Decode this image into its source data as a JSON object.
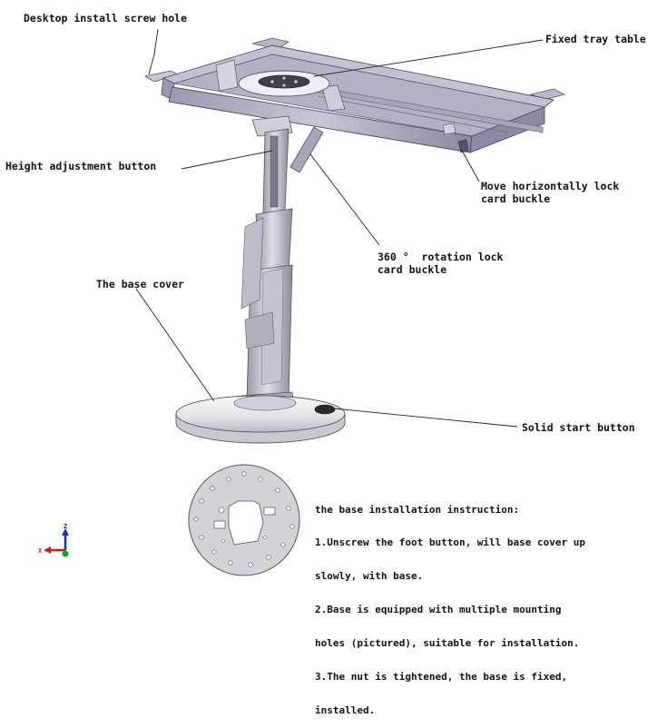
{
  "labels": {
    "desktop_screw_hole": "Desktop install screw hole",
    "fixed_tray_table": "Fixed tray table",
    "height_adjustment_button": "Height adjustment button",
    "move_horizontally_lock_1": "Move horizontally lock",
    "move_horizontally_lock_2": "card buckle",
    "rotation_lock_1": "360 °  rotation lock",
    "rotation_lock_2": "card buckle",
    "base_cover": "The base cover",
    "solid_start_button": "Solid start button"
  },
  "instructions": {
    "title": "the base installation instruction:",
    "lines": [
      "1.Unscrew the foot button, will base cover up",
      "slowly, with base.",
      "2.Base is equipped with multiple mounting",
      "holes (pictured), suitable for installation.",
      "3.The nut is tightened, the base is fixed,",
      "installed."
    ]
  },
  "axis_triad": {
    "x_label": "X",
    "z_label": "Z"
  },
  "colors": {
    "metal_light": "#d8d8e2",
    "metal_mid": "#a9a9b8",
    "metal_dark": "#6e6e80",
    "tray_purple": "#8a84a0",
    "axis_red": "#d01818",
    "axis_blue": "#1030d0",
    "axis_green": "#18a018"
  }
}
